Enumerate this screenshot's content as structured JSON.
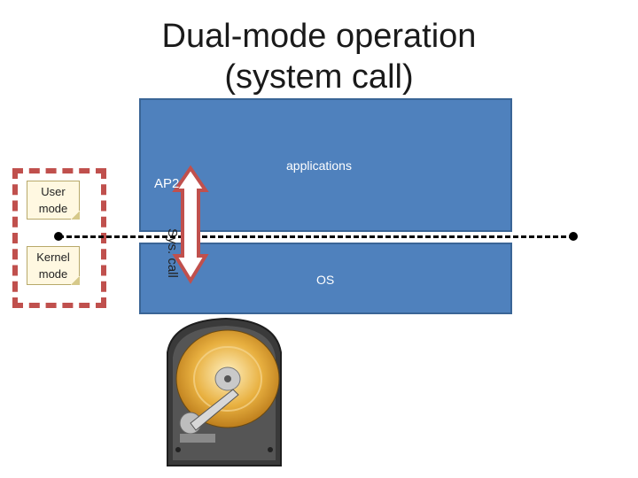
{
  "title": {
    "line1": "Dual-mode operation",
    "line2": "(system call)"
  },
  "layers": {
    "applications": "applications",
    "os": "OS"
  },
  "modes": {
    "user": [
      "User",
      "mode"
    ],
    "kernel": [
      "Kernel",
      "mode"
    ]
  },
  "arrow": {
    "source_label": "AP2",
    "label": "Sys. call"
  },
  "colors": {
    "layer_fill": "#4f81bd",
    "mode_border": "#c0504d",
    "note_fill": "#fff8e1"
  },
  "icons": {
    "storage": "hard-disk-icon"
  }
}
